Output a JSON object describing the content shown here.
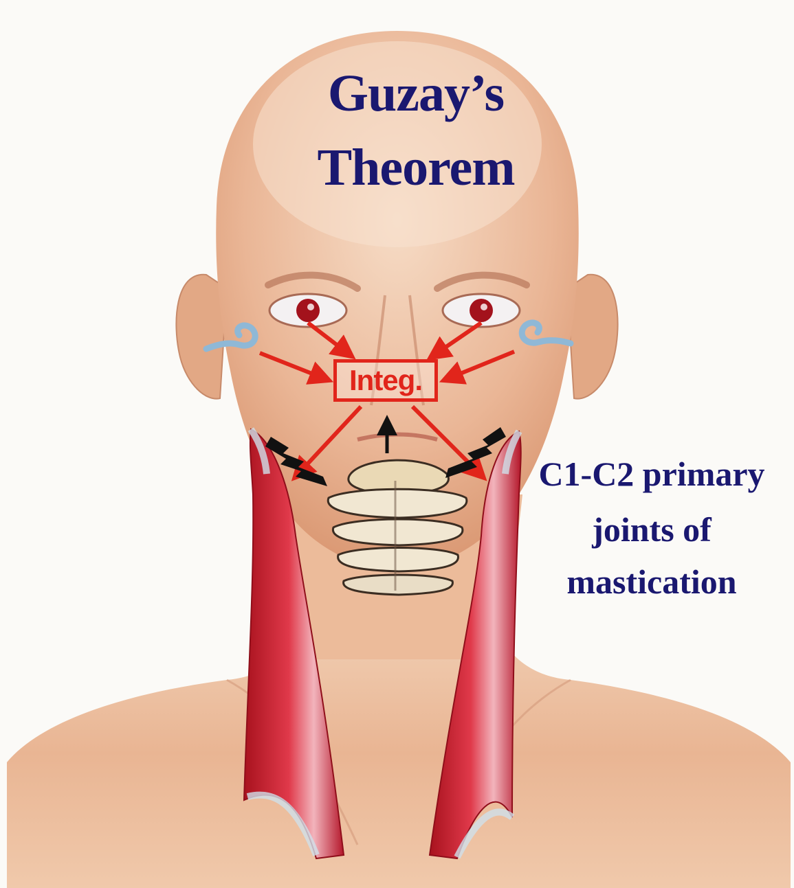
{
  "title": {
    "line1": "Guzay’s",
    "line2": "Theorem"
  },
  "integrator": {
    "label": "Integ."
  },
  "side_label": {
    "line1": "C1-C2 primary",
    "line2": "joints of",
    "line3": "mastication"
  },
  "colors": {
    "text_navy": "#1a1870",
    "arrow_red": "#e1251b",
    "muscle_red": "#c8202c",
    "skin": "#eec3a4",
    "background": "#fbfaf7"
  },
  "icons": [
    "eye-icon",
    "inner-ear-icon",
    "nerve-impulse-icon",
    "vertebrae-icon",
    "muscle-icon"
  ]
}
